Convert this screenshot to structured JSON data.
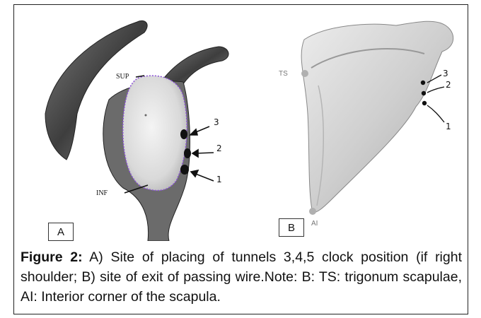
{
  "panel_a": {
    "tag": "A",
    "labels": {
      "sup": "SUP",
      "inf": "INF"
    },
    "markers": [
      "3",
      "2",
      "1"
    ]
  },
  "panel_b": {
    "tag": "B",
    "labels": {
      "ts": "TS",
      "ai": "AI"
    },
    "markers": [
      "3",
      "2",
      "1"
    ]
  },
  "caption": {
    "label": "Figure 2:",
    "text": " A) Site of placing of tunnels 3,4,5 clock position (if right shoulder; B) site of exit of passing wire.Note: B: TS: trigonum scapulae, AI: Interior corner of the scapula."
  }
}
